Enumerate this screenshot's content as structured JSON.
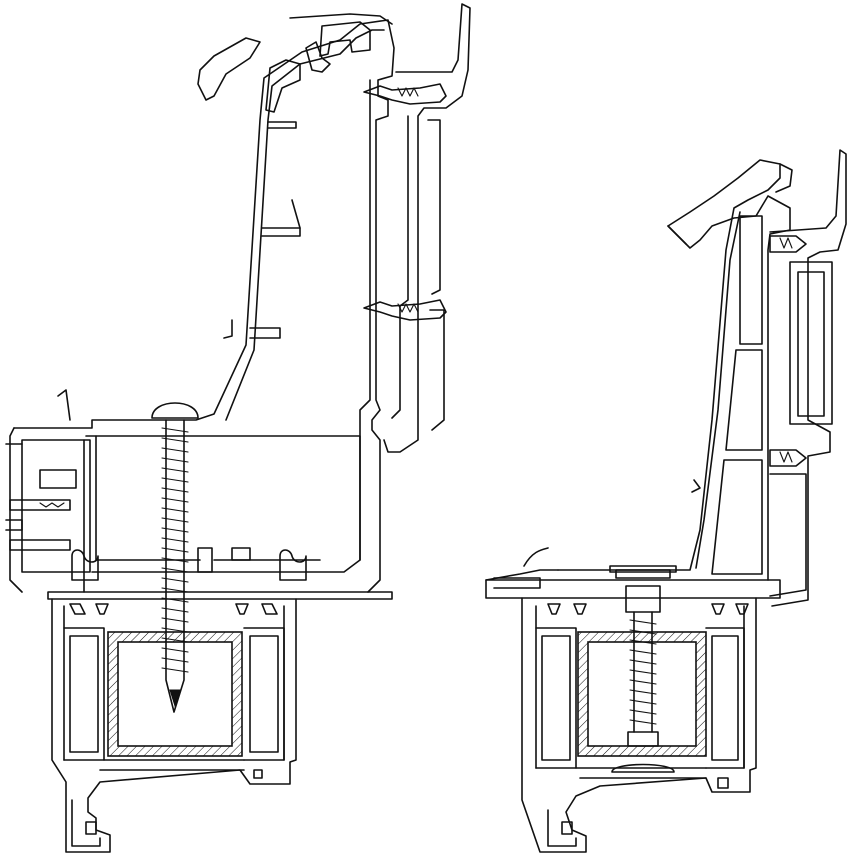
{
  "figure": {
    "views": [
      {
        "id": "left",
        "fastener": "self-drilling-screw"
      },
      {
        "id": "right",
        "fastener": "threaded-bolt"
      }
    ],
    "colors": {
      "line": "#111111",
      "background": "#ffffff"
    }
  }
}
